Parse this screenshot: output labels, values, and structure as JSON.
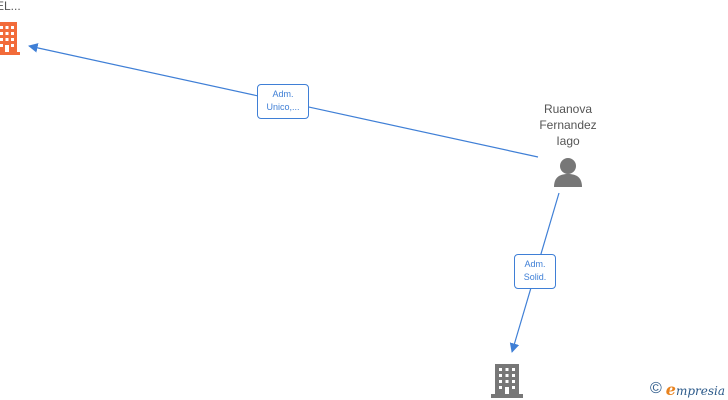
{
  "nodes": {
    "company_top": {
      "label": "EL...",
      "icon": "building-icon",
      "color": "#f26b3a"
    },
    "person": {
      "label_lines": [
        "Ruanova",
        "Fernandez",
        "Iago"
      ],
      "icon": "person-icon",
      "color": "#777777"
    },
    "company_bottom": {
      "label": "",
      "icon": "building-icon",
      "color": "#777777"
    }
  },
  "edges": [
    {
      "from": "person",
      "to": "company_top",
      "label_lines": [
        "Adm.",
        "Unico,..."
      ]
    },
    {
      "from": "person",
      "to": "company_bottom",
      "label_lines": [
        "Adm.",
        "Solid."
      ]
    }
  ],
  "colors": {
    "edge": "#3f7fd6",
    "label_text": "#555555"
  },
  "watermark": {
    "copyright": "©",
    "brand_first": "e",
    "brand_rest": "mpresia"
  }
}
